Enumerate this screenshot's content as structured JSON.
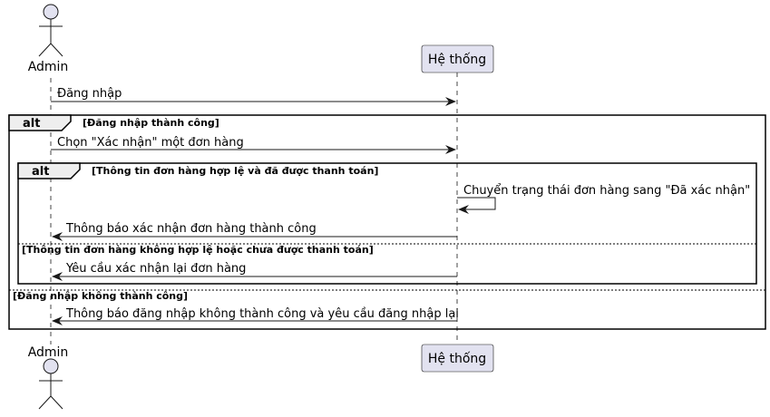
{
  "participants": {
    "actor": "Admin",
    "system": "Hệ thống"
  },
  "messages": {
    "login": "Đăng nhập",
    "select_order": "Chọn \"Xác nhận\" một đơn hàng",
    "change_status": "Chuyển trạng thái đơn hàng sang \"Đã xác nhận\"",
    "confirm_success": "Thông báo xác nhận đơn hàng thành công",
    "request_reconfirm": "Yêu cầu xác nhận lại đơn hàng",
    "login_fail": "Thông báo đăng nhập không thành công và yêu cầu đăng nhập lại"
  },
  "fragments": {
    "outer": {
      "keyword": "alt",
      "guard1": "[Đăng nhập thành công]",
      "guard2": "[Đăng nhập không thành công]"
    },
    "inner": {
      "keyword": "alt",
      "guard1": "[Thông tin đơn hàng hợp lệ và đã được thanh toán]",
      "guard2": "[Thông tin đơn hàng không hợp lệ hoặc chưa được thanh toán]"
    }
  },
  "colors": {
    "participant_fill": "#E2E2F0",
    "participant_stroke": "#181818",
    "fragment_header_fill": "#EEEEEE"
  }
}
